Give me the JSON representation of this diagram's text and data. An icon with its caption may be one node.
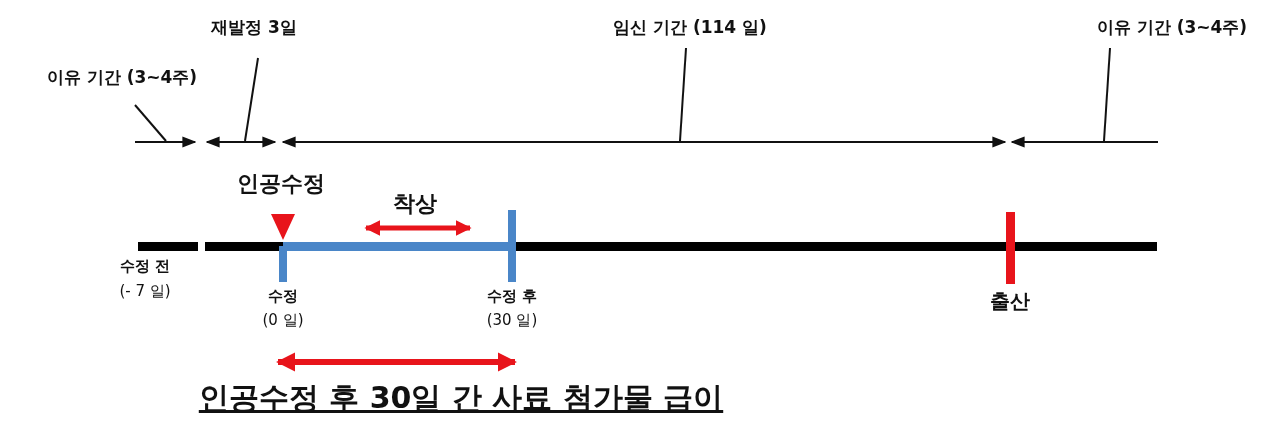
{
  "diagram": {
    "nodes": [
      {
        "text": [
          "재발정 3일"
        ]
      },
      {
        "text": [
          "임신 기간 (114 일)"
        ]
      },
      {
        "text": [
          "이유 기간 (3~4주)"
        ]
      },
      {
        "text": [
          "이유 기간 (3~4주)"
        ]
      }
    ],
    "edges": [
      {
        "from": 0,
        "to": null,
        "arrow": "none"
      },
      {
        "from": 1,
        "to": null,
        "arrow": "none"
      },
      {
        "from": 2,
        "to": null,
        "arrow": "none"
      },
      {
        "from": 3,
        "to": null,
        "arrow": "none"
      }
    ],
    "labels": [
      "인공수정",
      "착상",
      "수정 전",
      "(- 7 일)",
      "수정",
      "(0 일)",
      "수정 후",
      "(30 일)",
      "출산",
      "인공수정 후 30일 간 사료 첨가물 급이"
    ]
  }
}
